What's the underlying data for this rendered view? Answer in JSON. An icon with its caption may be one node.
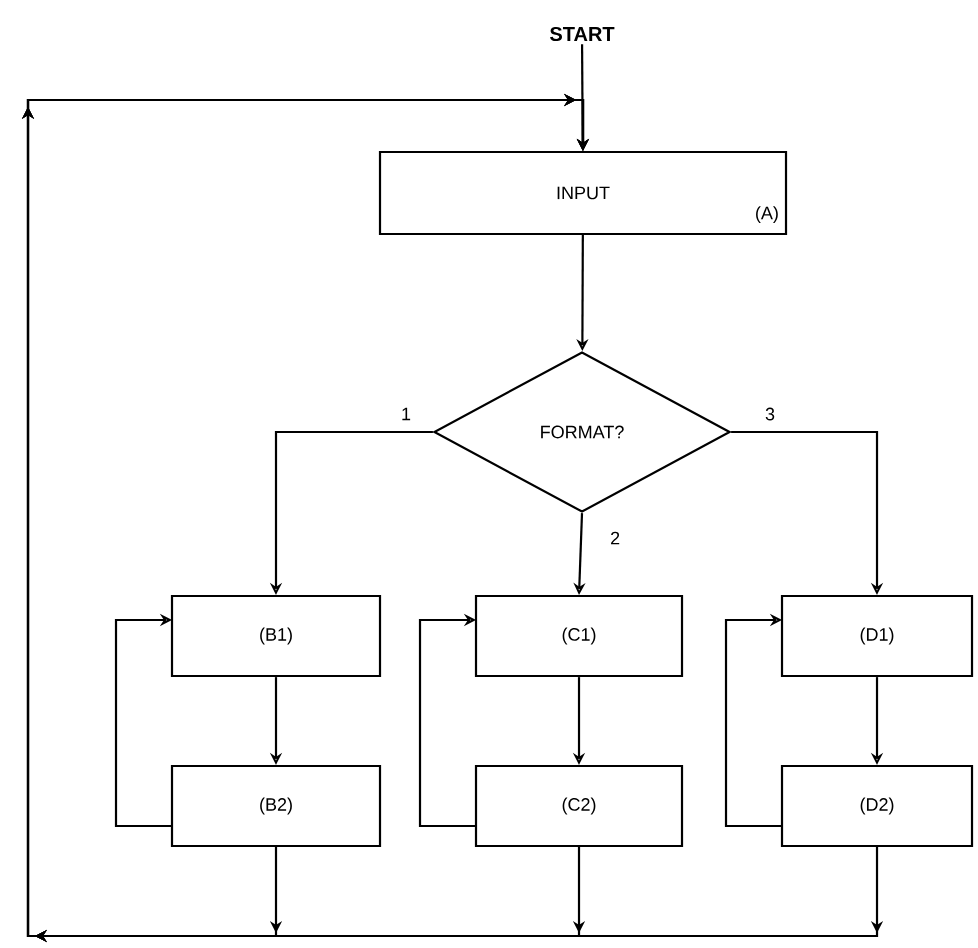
{
  "diagram": {
    "nodes": [
      {
        "text": [
          "START"
        ]
      },
      {
        "text": [
          "INPUT",
          "(A)"
        ]
      },
      {
        "text": [
          "FORMAT?"
        ]
      },
      {
        "text": [
          "(B1)"
        ]
      },
      {
        "text": [
          "(B2)"
        ]
      },
      {
        "text": [
          "(C1)"
        ]
      },
      {
        "text": [
          "(C2)"
        ]
      },
      {
        "text": [
          "(D1)"
        ]
      },
      {
        "text": [
          "(D2)"
        ]
      }
    ],
    "edges": [
      {
        "from": 0,
        "to": 1,
        "arrow": "to"
      },
      {
        "from": 1,
        "to": 2,
        "arrow": "to"
      },
      {
        "from": 2,
        "to": 3,
        "arrow": "to",
        "label": "1"
      },
      {
        "from": 2,
        "to": 5,
        "arrow": "to",
        "label": "2"
      },
      {
        "from": 2,
        "to": 7,
        "arrow": "to",
        "label": "3"
      },
      {
        "from": 3,
        "to": 4,
        "arrow": "to"
      },
      {
        "from": 4,
        "to": 3,
        "arrow": "to"
      },
      {
        "from": 5,
        "to": 6,
        "arrow": "to"
      },
      {
        "from": 6,
        "to": 5,
        "arrow": "to"
      },
      {
        "from": 7,
        "to": 8,
        "arrow": "to"
      },
      {
        "from": 8,
        "to": 7,
        "arrow": "to"
      },
      {
        "from": 4,
        "to": 1,
        "arrow": "to"
      },
      {
        "from": 6,
        "to": 1,
        "arrow": "to"
      },
      {
        "from": 8,
        "to": 1,
        "arrow": "to"
      }
    ]
  }
}
